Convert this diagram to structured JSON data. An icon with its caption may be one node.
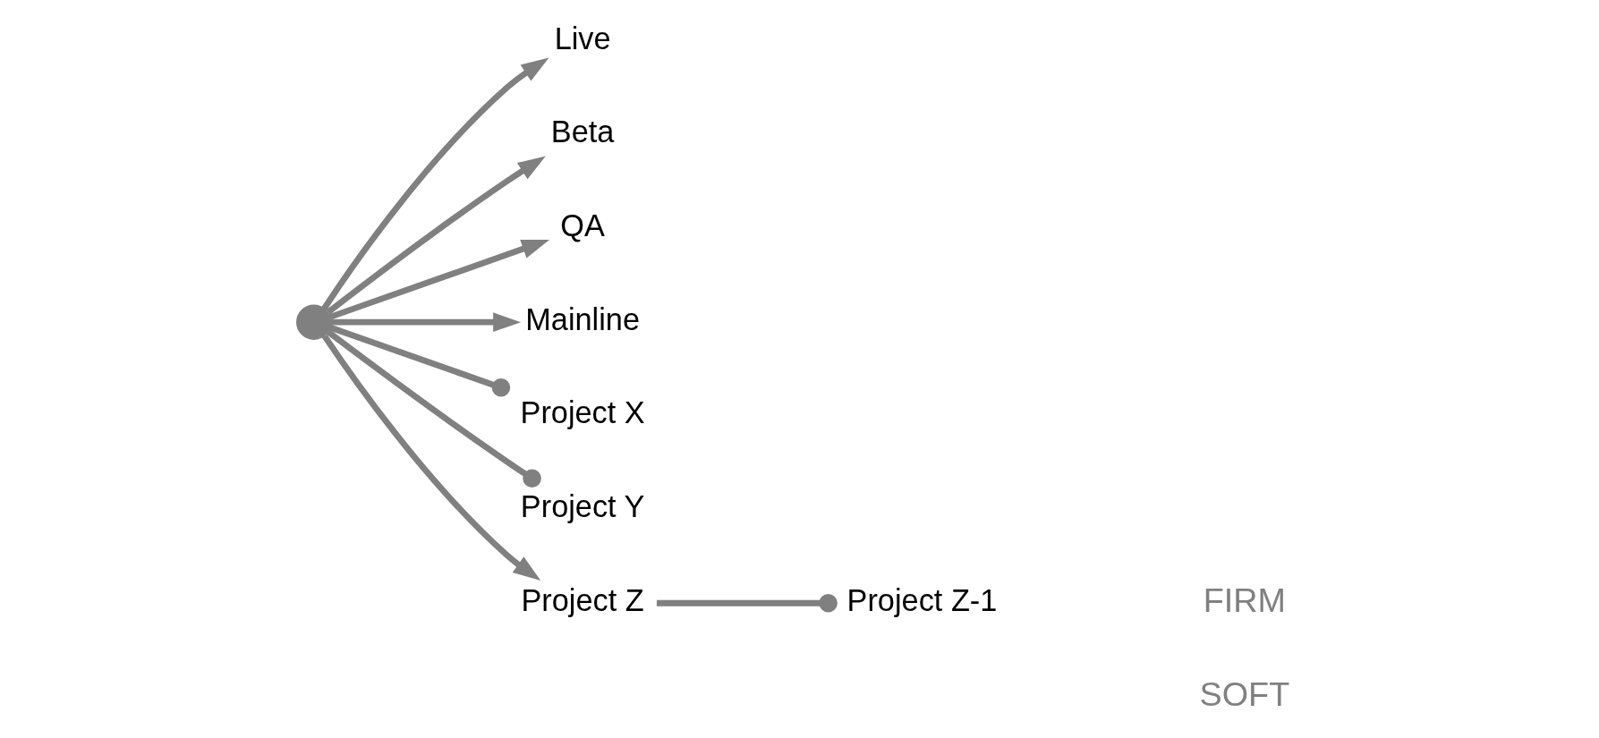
{
  "diagram": {
    "nodes": [
      {
        "text": [],
        "shape": "circle"
      },
      {
        "text": [
          "Live"
        ]
      },
      {
        "text": [
          "Beta"
        ]
      },
      {
        "text": [
          "QA"
        ]
      },
      {
        "text": [
          "Mainline"
        ]
      },
      {
        "text": [
          "Project X"
        ]
      },
      {
        "text": [
          "Project Y"
        ]
      },
      {
        "text": [
          "Project Z"
        ]
      },
      {
        "text": [
          "Project Z-1"
        ]
      }
    ],
    "edges": [
      {
        "from": 0,
        "to": 1,
        "arrow": "to"
      },
      {
        "from": 0,
        "to": 2,
        "arrow": "to"
      },
      {
        "from": 0,
        "to": 3,
        "arrow": "to"
      },
      {
        "from": 0,
        "to": 4,
        "arrow": "to"
      },
      {
        "from": 0,
        "to": 5,
        "arrow": "other"
      },
      {
        "from": 0,
        "to": 6,
        "arrow": "other"
      },
      {
        "from": 0,
        "to": 7,
        "arrow": "to"
      },
      {
        "from": 7,
        "to": 8,
        "arrow": "other"
      }
    ],
    "labels": [
      "FIRM",
      "SOFT"
    ]
  }
}
